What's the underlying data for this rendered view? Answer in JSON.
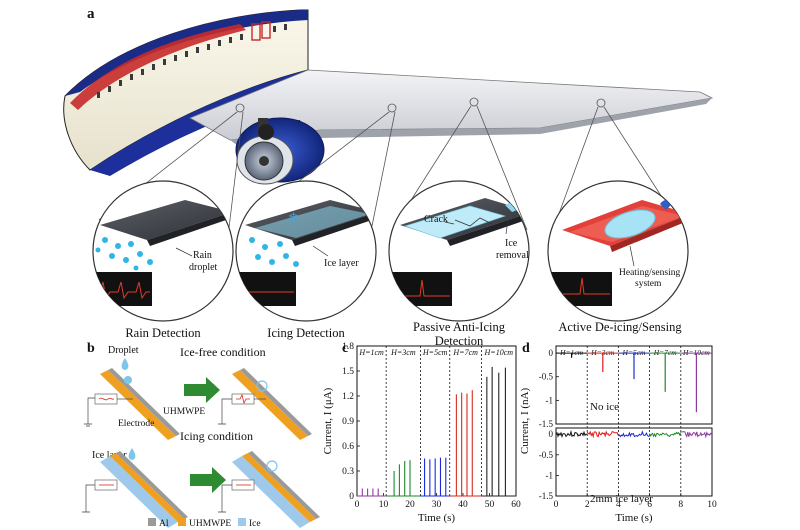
{
  "panels": {
    "a": {
      "label": "a",
      "circles": [
        {
          "caption": "Rain Detection",
          "callouts": [
            "Rain",
            "droplet"
          ]
        },
        {
          "caption": "Icing Detection",
          "callouts": [
            "Ice layer"
          ]
        },
        {
          "caption": "Passive Anti-Icing",
          "caption2": "Detection",
          "callouts": [
            "Crack",
            "Ice",
            "removal"
          ]
        },
        {
          "caption": "Active De-icing/Sensing",
          "callouts": [
            "Heating/sensing",
            "system"
          ]
        }
      ]
    },
    "b": {
      "label": "b",
      "droplet": "Droplet",
      "ice_free": "Ice-free condition",
      "icing": "Icing condition",
      "uhmwpe": "UHMWPE",
      "electrode": "Electrode",
      "ice_layer": "Ice layer",
      "legend": [
        "Al",
        "UHMWPE",
        "Ice"
      ],
      "legend_colors": [
        "#9a9a9a",
        "#f0a020",
        "#9ec9ea"
      ]
    },
    "c": {
      "label": "c"
    },
    "d": {
      "label": "d",
      "top_note": "No ice",
      "bottom_note": "2mm ice layer"
    }
  },
  "chart_data": [
    {
      "type": "line",
      "panel": "c",
      "xlabel": "Time (s)",
      "ylabel": "Current, I (μA)",
      "xlim": [
        0,
        60
      ],
      "ylim": [
        0,
        1.8
      ],
      "xticks": [
        "0",
        "10",
        "20",
        "30",
        "40",
        "50",
        "60"
      ],
      "yticks": [
        "0",
        "0.3",
        "0.6",
        "0.9",
        "1.2",
        "1.5",
        "1.8"
      ],
      "section_labels": [
        "H=1cm",
        "H=3cm",
        "H=5cm",
        "H=7cm",
        "H=10cm"
      ],
      "dividers": [
        11,
        24,
        35,
        47
      ],
      "series": [
        {
          "color": "#8e3aa0",
          "x": [
            2,
            4,
            6,
            8
          ],
          "values": [
            0.09,
            0.09,
            0.09,
            0.09
          ]
        },
        {
          "color": "#1c8a2a",
          "x": [
            14,
            16,
            18,
            20
          ],
          "values": [
            0.3,
            0.38,
            0.42,
            0.43
          ]
        },
        {
          "color": "#1a2bd6",
          "x": [
            25.5,
            27.5,
            29.5,
            31.5,
            33.5
          ],
          "values": [
            0.45,
            0.44,
            0.45,
            0.46,
            0.46
          ]
        },
        {
          "color": "#d42a1e",
          "x": [
            37.5,
            39.5,
            41.5,
            43.5
          ],
          "values": [
            1.22,
            1.24,
            1.23,
            1.27
          ]
        },
        {
          "color": "#222222",
          "x": [
            49,
            51,
            53.5,
            56
          ],
          "values": [
            1.43,
            1.55,
            1.48,
            1.54
          ]
        }
      ]
    },
    {
      "type": "line",
      "panel": "d",
      "xlabel": "Time (s)",
      "ylabel": "Current, I (nA)",
      "xlim": [
        0,
        10
      ],
      "ylim": [
        -1.5,
        0.15
      ],
      "xticks": [
        "0",
        "2",
        "4",
        "6",
        "8",
        "10"
      ],
      "yticks": [
        "0",
        "-0.5",
        "-1",
        "-1.5"
      ],
      "section_labels": [
        "H=1cm",
        "H=3cm",
        "H=5cm",
        "H=7cm",
        "H=10cm"
      ],
      "dividers": [
        2,
        4,
        6,
        8
      ],
      "series_top": [
        {
          "color": "#111111",
          "x": [
            1.0
          ],
          "values": [
            -0.1
          ]
        },
        {
          "color": "#e01818",
          "x": [
            3.0
          ],
          "values": [
            -0.4
          ]
        },
        {
          "color": "#1a2bd6",
          "x": [
            5.0
          ],
          "values": [
            -0.55
          ]
        },
        {
          "color": "#1c8a2a",
          "x": [
            7.0
          ],
          "values": [
            -0.82
          ]
        },
        {
          "color": "#8e3aa0",
          "x": [
            9.0
          ],
          "values": [
            -1.25
          ]
        }
      ],
      "series_bottom_colors": [
        "#111111",
        "#e01818",
        "#1a2bd6",
        "#1c8a2a",
        "#8e3aa0"
      ]
    }
  ]
}
